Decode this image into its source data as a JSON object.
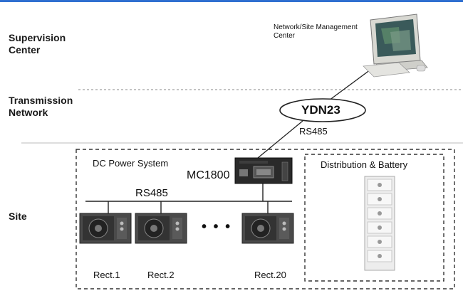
{
  "sections": {
    "supervision": "Supervision\nCenter",
    "transmission": "Transmission\nNetwork",
    "site": "Site"
  },
  "nms_label": "Network/Site Management\nCenter",
  "protocol": "YDN23",
  "link_label": "RS485",
  "dc_power_system_label": "DC Power System",
  "controller_label": "MC1800",
  "bus_label": "RS485",
  "distribution_label": "Distribution & Battery",
  "ellipsis": "• • •",
  "rectifiers": [
    "Rect.1",
    "Rect.2",
    "Rect.20"
  ],
  "colors": {
    "accent": "#2f6fd0",
    "dashed": "#333333",
    "module": "#3a3a3a"
  }
}
